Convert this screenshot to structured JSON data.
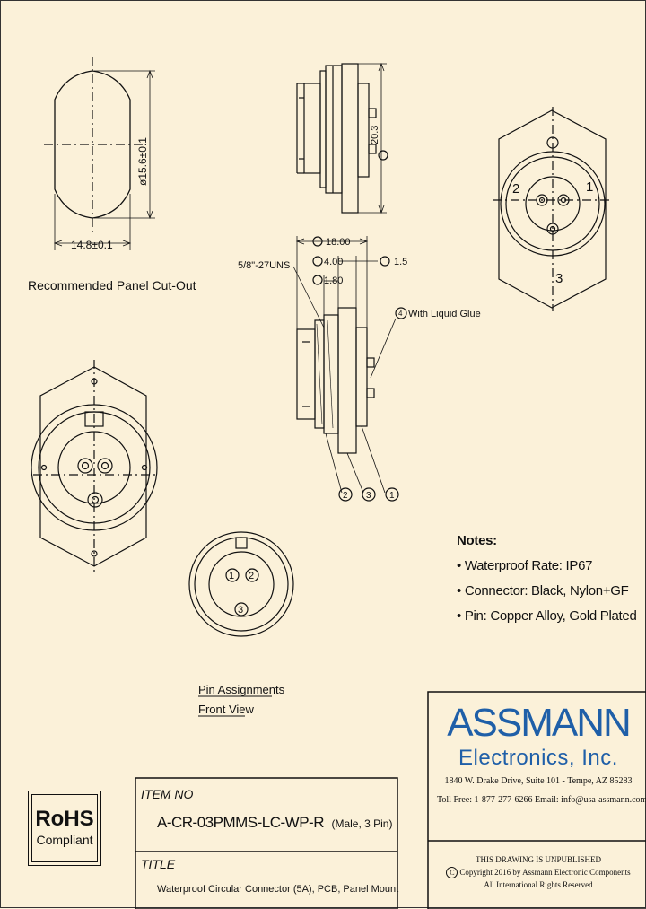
{
  "drawing": {
    "cutout_caption": "Recommended Panel Cut-Out",
    "cutout_width": "14.8±0.1",
    "cutout_diameter": "ø15.6±0.1",
    "pin_caption_line1": "Pin Assignments",
    "pin_caption_line2": "Front View",
    "thread_label": "5/8\"-27UNS",
    "dim_18": "18.00",
    "dim_4": "4.00",
    "dim_180": "1.80",
    "dim_15": "1.5",
    "dim_203": "20.3",
    "glue_label": "With Liquid Glue",
    "callout_1": "1",
    "callout_2": "2",
    "callout_3": "3",
    "callout_4": "4",
    "pin_1": "1",
    "pin_2": "2",
    "pin_3": "3"
  },
  "notes": {
    "heading": "Notes:",
    "items": [
      "• Waterproof Rate: IP67",
      "• Connector: Black, Nylon+GF",
      "• Pin: Copper Alloy, Gold Plated"
    ]
  },
  "company": {
    "name": "ASSMANN",
    "subtitle": "Electronics, Inc.",
    "address": "1840 W. Drake Drive, Suite 101 - Tempe, AZ 85283",
    "contact": "Toll Free: 1-877-277-6266   Email: info@usa-assmann.com",
    "brand_color": "#1f5fa8"
  },
  "legal": {
    "line1": "THIS DRAWING IS UNPUBLISHED",
    "line2": "Copyright 2016 by Assmann Electronic Components",
    "line3": "All International Rights Reserved",
    "copyright_symbol": "C"
  },
  "rohs": {
    "title": "RoHS",
    "subtitle": "Compliant"
  },
  "title_block": {
    "item_no_label": "ITEM NO",
    "item_no": "A-CR-03PMMS-LC-WP-R",
    "item_variant": "(Male, 3 Pin)",
    "title_label": "TITLE",
    "title": "Waterproof Circular Connector (5A), PCB, Panel Mount"
  }
}
